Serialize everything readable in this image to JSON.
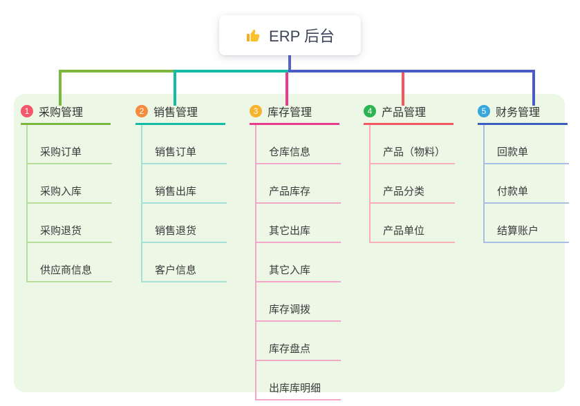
{
  "root": {
    "label": "ERP 后台",
    "icon": "thumbs-up-icon"
  },
  "colors": {
    "panel_bg": "#ecf7e6",
    "trunk_blue": "#5565c5",
    "branch_green": "#7cb83d",
    "branch_teal": "#14bca6",
    "branch_magenta": "#e93b8e",
    "branch_red": "#f4575f",
    "branch_blue": "#3b5fc0",
    "badge_1": "#f4566b",
    "badge_2": "#f58b3d",
    "badge_3": "#f7b32b",
    "badge_4": "#2eb353",
    "badge_5": "#36a6dd"
  },
  "branches": [
    {
      "badge": "1",
      "label": "采购管理",
      "line_color": "#7cb83d",
      "items": [
        "采购订单",
        "采购入库",
        "采购退货",
        "供应商信息"
      ]
    },
    {
      "badge": "2",
      "label": "销售管理",
      "line_color": "#14bca6",
      "items": [
        "销售订单",
        "销售出库",
        "销售退货",
        "客户信息"
      ]
    },
    {
      "badge": "3",
      "label": "库存管理",
      "line_color": "#e93b8e",
      "items": [
        "仓库信息",
        "产品库存",
        "其它出库",
        "其它入库",
        "库存调拨",
        "库存盘点",
        "出库库明细"
      ]
    },
    {
      "badge": "4",
      "label": "产品管理",
      "line_color": "#f4575f",
      "items": [
        "产品（物料）",
        "产品分类",
        "产品单位"
      ]
    },
    {
      "badge": "5",
      "label": "财务管理",
      "line_color": "#3b5fc0",
      "items": [
        "回款单",
        "付款单",
        "结算账户"
      ]
    }
  ]
}
